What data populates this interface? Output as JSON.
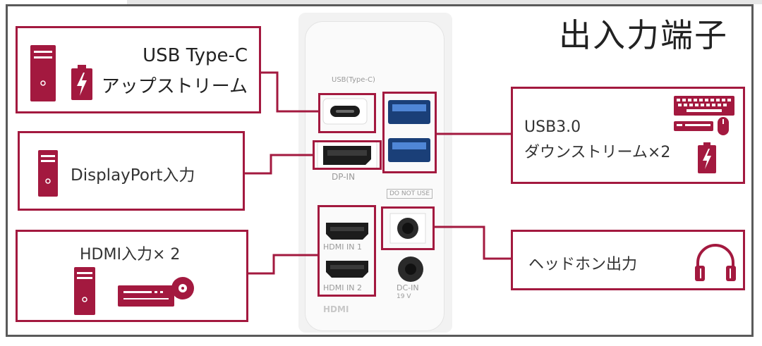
{
  "title": "出入力端子",
  "callouts": {
    "usbc": {
      "line1": "USB Type-C",
      "line2": "アップストリーム"
    },
    "dp": {
      "label": "DisplayPort入力"
    },
    "hdmi": {
      "label": "HDMI入力× 2"
    },
    "usb3": {
      "line1": "USB3.0",
      "line2": "ダウンストリーム×2"
    },
    "headphone": {
      "label": "ヘッドホン出力"
    }
  },
  "panel_labels": {
    "usbc_port": "USB(Type-C)",
    "dp_in": "DP-IN",
    "do_not_use": "DO NOT USE",
    "hdmi1": "HDMI IN 1",
    "hdmi2": "HDMI IN 2",
    "dc_in": "DC-IN",
    "dc_spec": "19 V",
    "hdmi_logo": "HDMI"
  },
  "colors": {
    "accent": "#a3193f",
    "frame": "#5a5a5a",
    "panel": "#f2f2f2",
    "text": "#222222"
  },
  "icons": [
    "pc-tower-icon",
    "battery-charge-icon",
    "keyboard-icon",
    "mouse-icon",
    "headphones-icon",
    "disc-player-icon"
  ]
}
